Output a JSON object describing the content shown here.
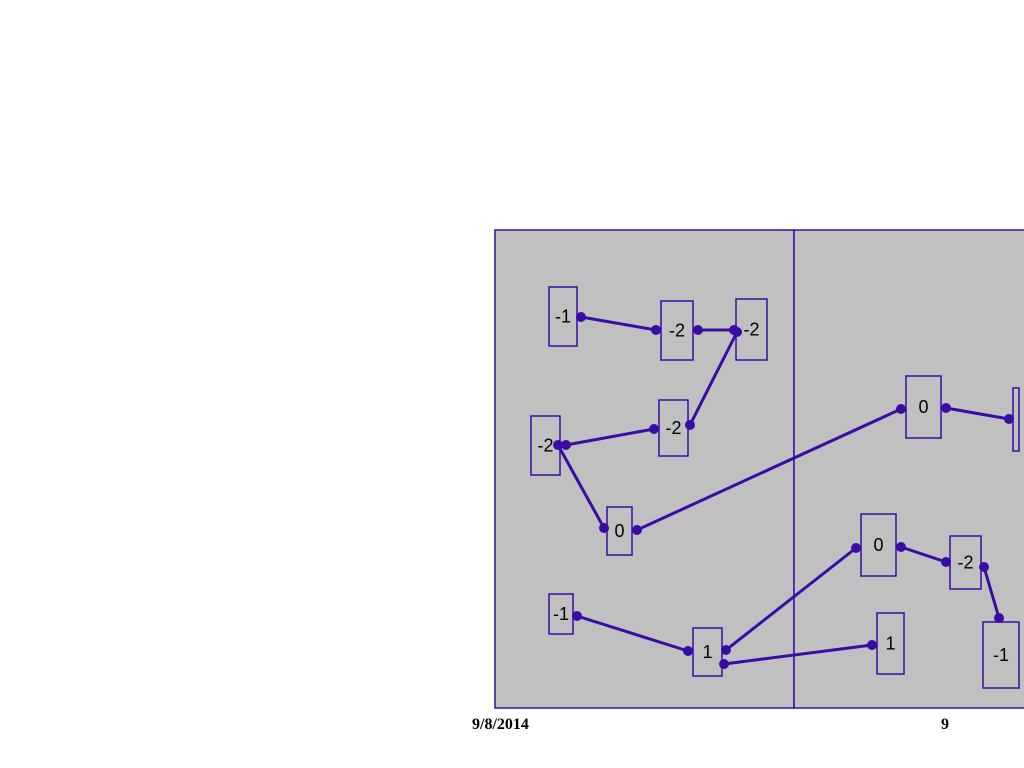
{
  "footer": {
    "date": "9/8/2014",
    "page": "9"
  },
  "colors": {
    "panel_fill": "#c0c0c0",
    "stroke": "#3a0ca3",
    "background": "#ffffff"
  },
  "nodes": [
    {
      "id": "n1",
      "label": "-1"
    },
    {
      "id": "n2",
      "label": "-2"
    },
    {
      "id": "n3",
      "label": "-2"
    },
    {
      "id": "n4",
      "label": "-2"
    },
    {
      "id": "n5",
      "label": "-2"
    },
    {
      "id": "n6",
      "label": "0"
    },
    {
      "id": "n7",
      "label": "-1"
    },
    {
      "id": "n8",
      "label": "1"
    },
    {
      "id": "n9",
      "label": "0"
    },
    {
      "id": "n10",
      "label": ""
    },
    {
      "id": "n11",
      "label": "0"
    },
    {
      "id": "n12",
      "label": "-2"
    },
    {
      "id": "n13",
      "label": "1"
    },
    {
      "id": "n14",
      "label": "-1"
    }
  ],
  "edges": [
    {
      "from": "n1",
      "to": "n2"
    },
    {
      "from": "n2",
      "to": "n3"
    },
    {
      "from": "n3",
      "to": "n5"
    },
    {
      "from": "n4",
      "to": "n5"
    },
    {
      "from": "n4",
      "to": "n6"
    },
    {
      "from": "n6",
      "to": "n9"
    },
    {
      "from": "n9",
      "to": "n10"
    },
    {
      "from": "n7",
      "to": "n8"
    },
    {
      "from": "n8",
      "to": "n11"
    },
    {
      "from": "n8",
      "to": "n13"
    },
    {
      "from": "n11",
      "to": "n12"
    },
    {
      "from": "n12",
      "to": "n14"
    }
  ]
}
